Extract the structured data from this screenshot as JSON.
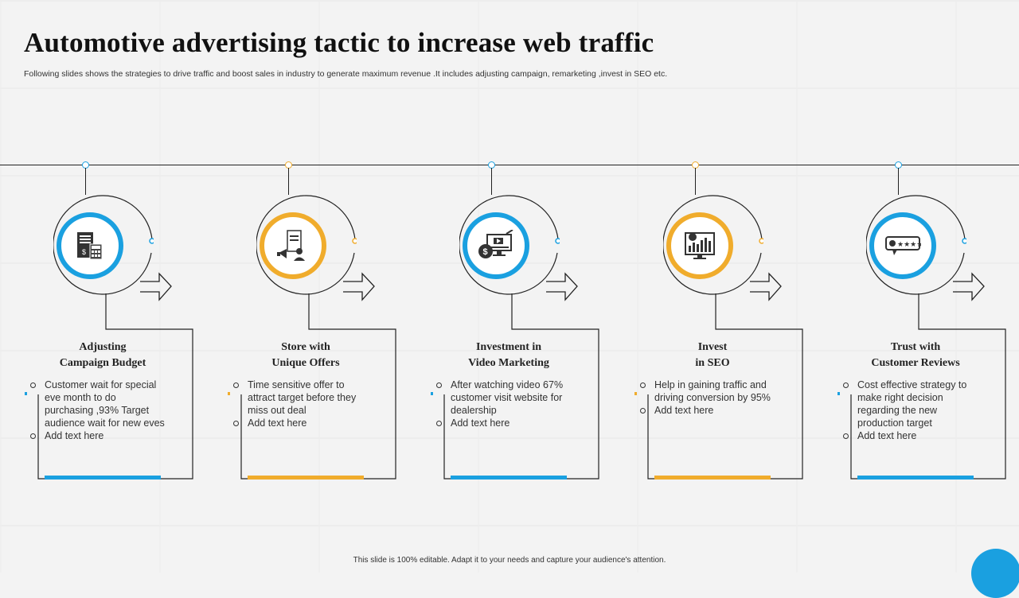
{
  "slide": {
    "title": "Automotive advertising tactic to increase web traffic",
    "subtitle": "Following slides shows the strategies to drive traffic and boost sales in  industry to generate maximum  revenue .It includes adjusting campaign, remarketing ,invest in SEO  etc.",
    "footer": "This slide is 100% editable.  Adapt it to your needs and capture your audience's attention."
  },
  "colors": {
    "blue": "#1aa0e0",
    "orange": "#f0ac2c"
  },
  "steps": [
    {
      "title_line1": "Adjusting",
      "title_line2": "Campaign  Budget",
      "icon": "budget-document-calculator-icon",
      "accent": "blue",
      "bullets": [
        "Customer wait for special eve month to do purchasing ,93% Target audience wait for new eves",
        "Add text here"
      ]
    },
    {
      "title_line1": "Store with",
      "title_line2": "Unique  Offers",
      "icon": "best-offers-megaphone-icon",
      "accent": "orange",
      "bullets": [
        "Time  sensitive  offer  to attract target  before  they miss out deal",
        "Add text here"
      ]
    },
    {
      "title_line1": "Investment  in",
      "title_line2": "Video Marketing",
      "icon": "video-marketing-dollar-icon",
      "accent": "blue",
      "bullets": [
        "After watching video  67% customer visit website for dealership",
        "Add text here"
      ]
    },
    {
      "title_line1": "Invest",
      "title_line2": "in SEO",
      "icon": "seo-analytics-chart-icon",
      "accent": "orange",
      "bullets": [
        "Help  in gaining traffic  and driving  conversion by 95%",
        "Add text here"
      ]
    },
    {
      "title_line1": "Trust with",
      "title_line2": "Customer Reviews",
      "icon": "customer-review-stars-icon",
      "accent": "blue",
      "bullets": [
        "Cost effective  strategy to make right decision regarding  the new production target",
        "Add text here"
      ]
    }
  ]
}
